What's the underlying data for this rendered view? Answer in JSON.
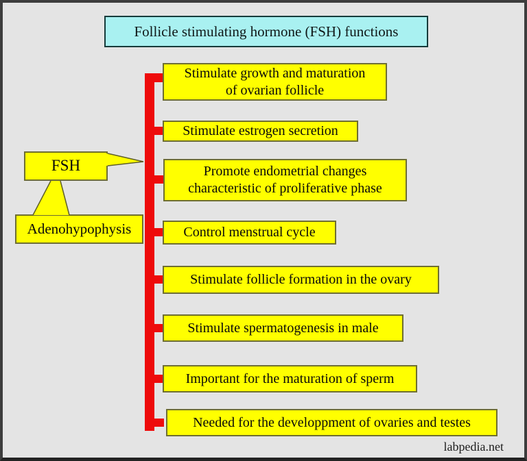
{
  "title": {
    "text": "Follicle stimulating hormone (FSH) functions"
  },
  "source": {
    "label": "FSH"
  },
  "gland": {
    "label": "Adenohypophysis"
  },
  "functions": [
    {
      "lines": [
        "Stimulate growth and maturation",
        "of ovarian follicle"
      ]
    },
    {
      "lines": [
        "Stimulate estrogen secretion"
      ]
    },
    {
      "lines": [
        "Promote endometrial changes",
        "characteristic of proliferative phase"
      ]
    },
    {
      "lines": [
        "Control menstrual cycle"
      ]
    },
    {
      "lines": [
        "Stimulate follicle formation in the ovary"
      ]
    },
    {
      "lines": [
        "Stimulate spermatogenesis in male"
      ]
    },
    {
      "lines": [
        "Important for the maturation of sperm"
      ]
    },
    {
      "lines": [
        "Needed for the developpment of ovaries and testes"
      ]
    }
  ],
  "watermark": "labpedia.net",
  "colors": {
    "background": "#e4e4e4",
    "title_fill": "#a9f1f1",
    "box_fill": "#ffff00",
    "box_border": "#6e6e32",
    "connector_red": "#ee0b0b",
    "frame": "#3d3d3d"
  }
}
